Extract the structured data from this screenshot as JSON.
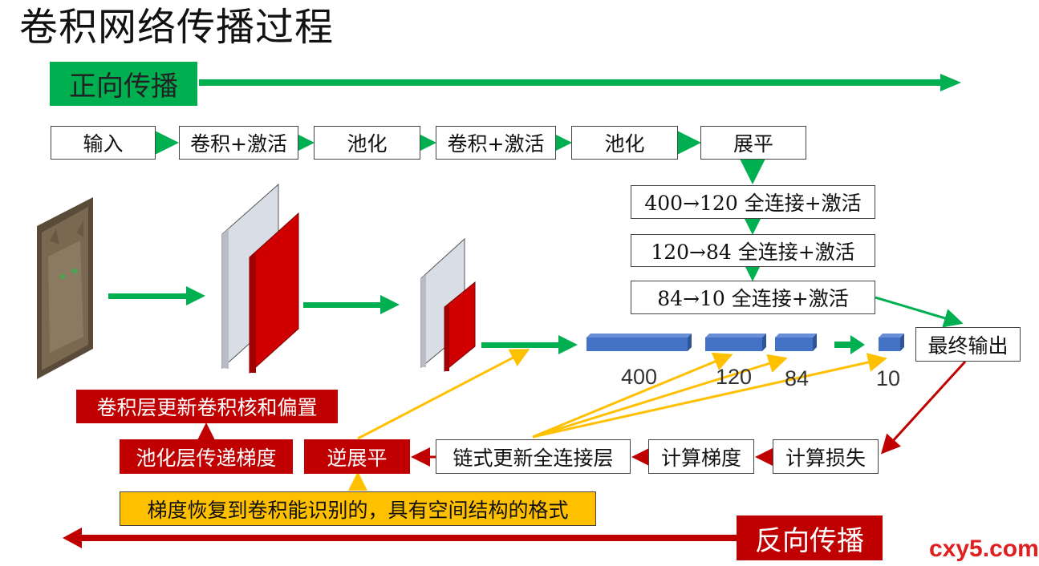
{
  "title": "卷积网络传播过程",
  "forward_banner": "正向传播",
  "backward_banner": "反向传播",
  "forward_steps": [
    "输入",
    "卷积+激活",
    "池化",
    "卷积+激活",
    "池化",
    "展平"
  ],
  "fc_layers": [
    "400→120 全连接+激活",
    "120→84 全连接+激活",
    "84→10 全连接+激活"
  ],
  "final_output": "最终输出",
  "vector_sizes": [
    "400",
    "120",
    "84",
    "10"
  ],
  "backward_steps": {
    "compute_loss": "计算损失",
    "compute_gradient": "计算梯度",
    "chain_update": "链式更新全连接层",
    "unflatten": "逆展平",
    "pool_pass": "池化层传递梯度",
    "conv_update": "卷积层更新卷积核和偏置"
  },
  "note": "梯度恢复到卷积能识别的，具有空间结构的格式",
  "watermark": "cxy5.com",
  "colors": {
    "green": "#00b050",
    "red": "#c00000",
    "yellow": "#ffc000",
    "blue": "#4472c4",
    "gray": "#d9dde6"
  }
}
